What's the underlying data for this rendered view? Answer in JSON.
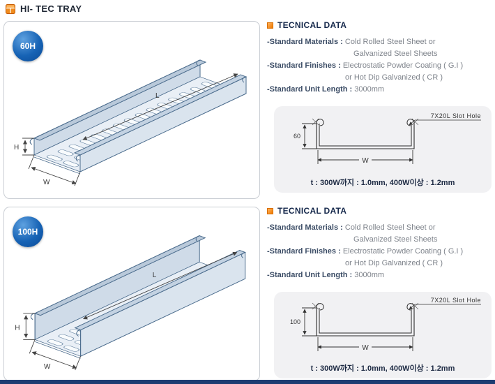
{
  "header": {
    "title": "HI- TEC TRAY"
  },
  "colors": {
    "accent_orange": "#ef7a00",
    "badge_blue": "#1763b5",
    "footer_navy": "#1d3c72",
    "drawing_line": "#4a6b8c"
  },
  "sections": [
    {
      "badge": "60H",
      "drawing": {
        "h": "H",
        "w": "W",
        "l": "L"
      },
      "tech": {
        "heading": "TECNICAL DATA",
        "materials_label": "-Standard Materials :",
        "materials_line1": "Cold Rolled Steel Sheet or",
        "materials_line2": "Galvanized Steel Sheets",
        "finishes_label": "-Standard Finishes :",
        "finishes_line1": "Electrostatic Powder Coating ( G.I )",
        "finishes_line2": "or Hot Dip Galvanized ( CR )",
        "unit_length_label": "-Standard Unit Length :",
        "unit_length_value": "3000mm"
      },
      "diagram": {
        "slot_label": "7X20L Slot Hole",
        "height": "60",
        "width_label": "W",
        "note": "t : 300W까지 : 1.0mm,  400W이상 : 1.2mm"
      }
    },
    {
      "badge": "100H",
      "drawing": {
        "h": "H",
        "w": "W",
        "l": "L"
      },
      "tech": {
        "heading": "TECNICAL DATA",
        "materials_label": "-Standard Materials :",
        "materials_line1": "Cold Rolled Steel Sheet or",
        "materials_line2": "Galvanized Steel Sheets",
        "finishes_label": "-Standard Finishes :",
        "finishes_line1": "Electrostatic Powder Coating ( G.I )",
        "finishes_line2": "or Hot Dip Galvanized ( CR )",
        "unit_length_label": "-Standard Unit Length :",
        "unit_length_value": "3000mm"
      },
      "diagram": {
        "slot_label": "7X20L Slot Hole",
        "height": "100",
        "width_label": "W",
        "note": "t : 300W까지 : 1.0mm,  400W이상 : 1.2mm"
      }
    }
  ]
}
